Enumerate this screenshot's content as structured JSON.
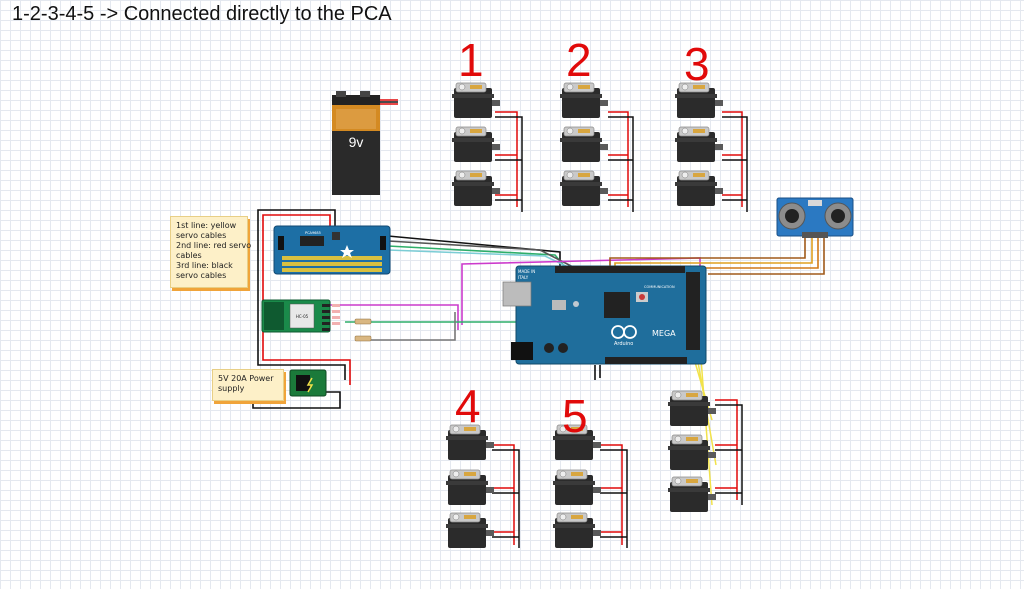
{
  "title": "1-2-3-4-5 -> Connected directly to the PCA",
  "servo_groups": [
    {
      "label": "1"
    },
    {
      "label": "2"
    },
    {
      "label": "3"
    },
    {
      "label": "4"
    },
    {
      "label": "5"
    }
  ],
  "battery": {
    "label": "9v"
  },
  "notes": {
    "servo_lines": [
      "1st line: yellow",
      "servo cables",
      "2nd line: red servo",
      "cables",
      "3rd line: black",
      "servo cables"
    ],
    "power": [
      "5V 20A Power",
      "supply"
    ]
  },
  "arduino": {
    "made_in": "MADE IN",
    "country": "ITALY",
    "model": "MEGA",
    "brand": "Arduino",
    "section": "COMMUNICATION"
  },
  "pca": {
    "name": "PCA9685"
  },
  "bluetooth": {
    "name": "HC-05"
  },
  "colors": {
    "servo_red": "#e10a0a",
    "board_blue": "#1f6e9c",
    "pca_blue": "#1d6fa5",
    "sensor_blue": "#2b79c2"
  }
}
